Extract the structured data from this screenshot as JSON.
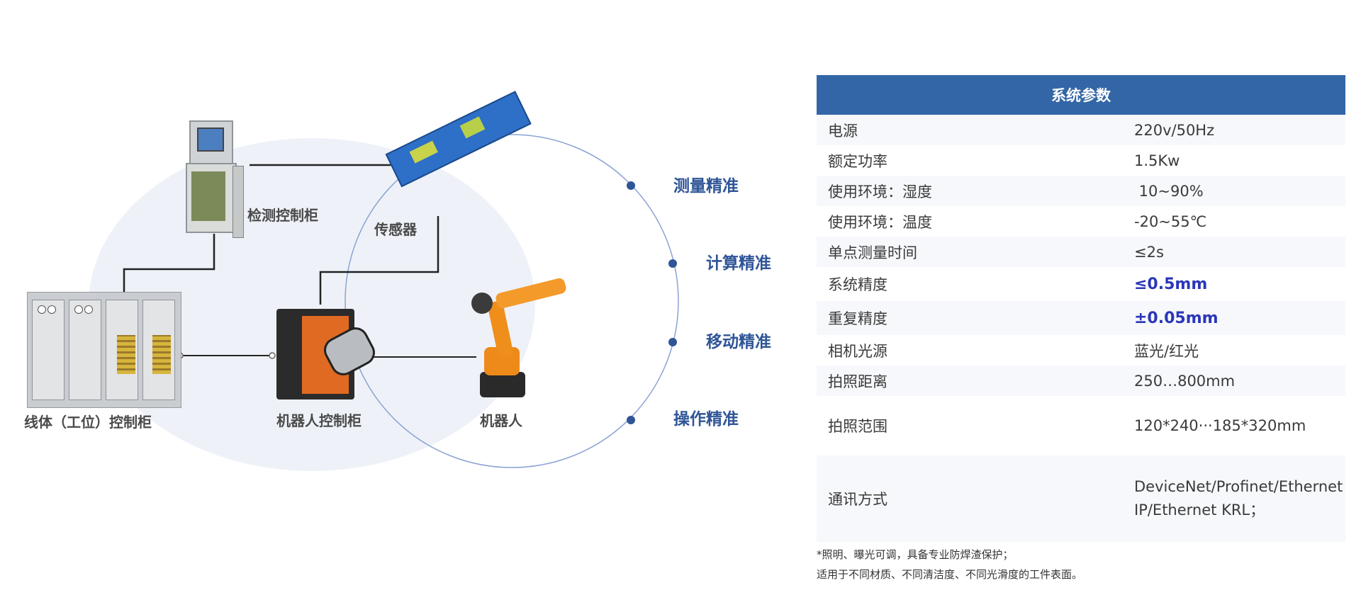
{
  "diagram": {
    "nodes": {
      "inspection_cabinet": "检测控制柜",
      "sensor": "传感器",
      "line_cabinet": "线体（工位）控制柜",
      "robot_controller": "机器人控制柜",
      "robot": "机器人"
    },
    "points": [
      "测量精准",
      "计算精准",
      "移动精准",
      "操作精准"
    ],
    "colors": {
      "accent": "#2f5597",
      "blob": "#eef2f8",
      "circle": "#8aa3d3"
    }
  },
  "spec_table": {
    "title": "系统参数",
    "rows": [
      {
        "label": "电源",
        "value": "220v/50Hz"
      },
      {
        "label": "额定功率",
        "value": "1.5Kw"
      },
      {
        "label": "使用环境：湿度",
        "value": " 10~90%"
      },
      {
        "label": "使用环境：温度",
        "value": "-20~55℃"
      },
      {
        "label": "单点测量时间",
        "value": "≤2s"
      },
      {
        "label": "系统精度",
        "value": "≤0.5mm",
        "highlight": true
      },
      {
        "label": "重复精度",
        "value": "±0.05mm",
        "highlight": true
      },
      {
        "label": "相机光源",
        "value": "蓝光/红光"
      },
      {
        "label": "拍照距离",
        "value": "250…800mm"
      },
      {
        "label": "拍照范围",
        "value": "120*240···185*320mm"
      },
      {
        "label": "通讯方式",
        "value": "DeviceNet/Profinet/Ethernet",
        "value2": "IP/Ethernet KRL；"
      }
    ],
    "colors": {
      "header_bg": "#3366a6",
      "highlight": "#2b36b8"
    }
  },
  "notes": [
    "*照明、曝光可调，具备专业防焊渣保护；",
    "适用于不同材质、不同清洁度、不同光滑度的工件表面。"
  ]
}
